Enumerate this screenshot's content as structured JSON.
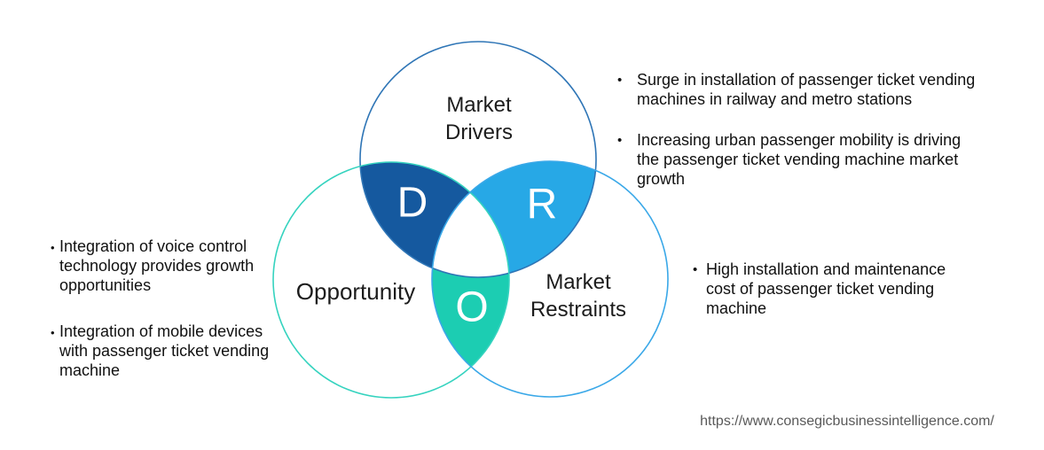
{
  "diagram": {
    "letter_color": "#FFFFFF",
    "circles": {
      "drivers": {
        "label": "Market Drivers",
        "letter": "D",
        "lens_color": "#15599F",
        "outline_color": "#2E75B6"
      },
      "restraints": {
        "label": "Market Restraints",
        "letter": "R",
        "lens_color": "#27A8E6",
        "outline_color": "#3AA8E8"
      },
      "opportunity": {
        "label": "Opportunity",
        "letter": "O",
        "lens_color": "#1CCDB2",
        "outline_color": "#35D3BF"
      }
    }
  },
  "bullets": {
    "drivers": [
      "Surge in installation of passenger ticket vending\nmachines in railway and metro stations",
      "Increasing urban passenger mobility is driving\nthe passenger ticket vending machine market\ngrowth"
    ],
    "restraints": [
      "High installation and maintenance\ncost of passenger ticket vending\nmachine"
    ],
    "opportunity": [
      "Integration of voice control\ntechnology provides growth\nopportunities",
      "Integration of mobile devices\nwith passenger ticket vending\nmachine"
    ]
  },
  "footer": {
    "url": "https://www.consegicbusinessintelligence.com/"
  }
}
